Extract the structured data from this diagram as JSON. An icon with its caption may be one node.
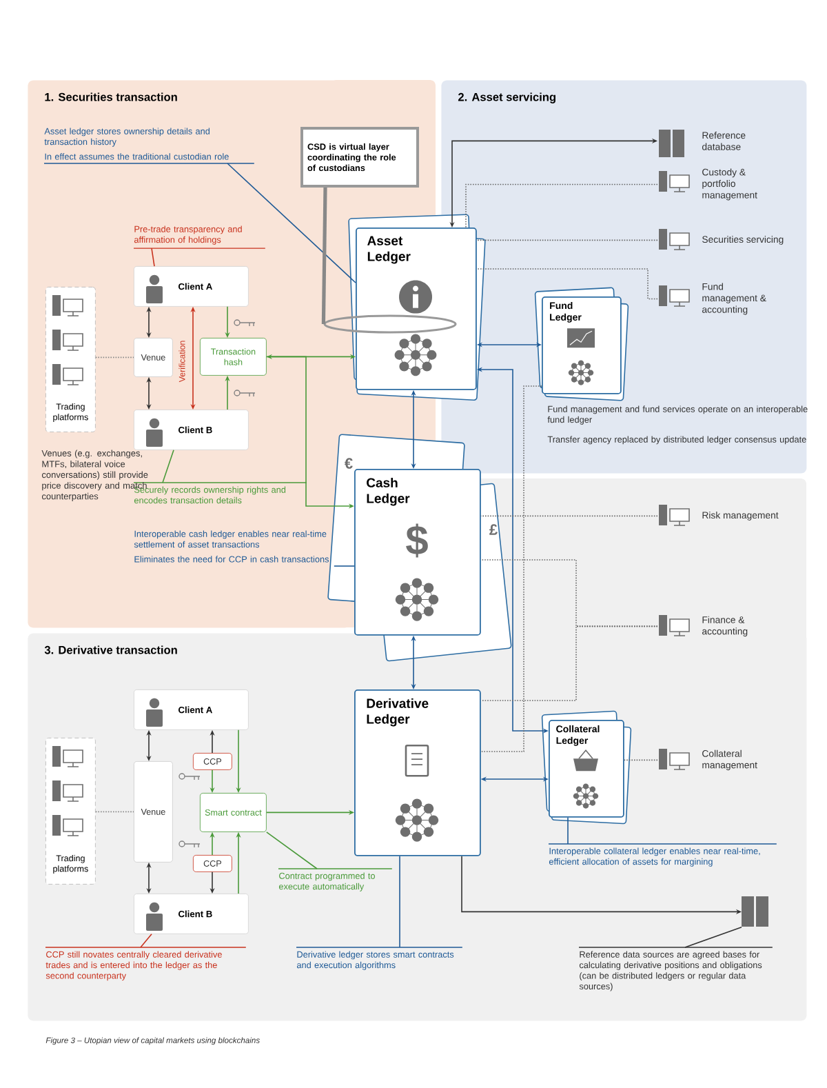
{
  "diagram": {
    "caption": "Figure 3 – Utopian view of capital markets using blockchains",
    "nodes": [
      {
        "text": [
          "1. Securities transaction"
        ]
      },
      {
        "text": [
          "2. Asset servicing"
        ]
      },
      {
        "text": [
          "3. Derivative transaction"
        ]
      },
      {
        "text": [
          "Asset ledger stores ownership details and transaction history",
          "In effect assumes the traditional custodian role"
        ],
        "in": 0
      },
      {
        "text": [
          "CSD is virtual layer coordinating the role of custodians"
        ]
      },
      {
        "text": [
          "Pre-trade transparency  and affirmation of holdings"
        ],
        "in": 0
      },
      {
        "text": [
          "Client A"
        ],
        "in": 0
      },
      {
        "text": [
          "Venue"
        ],
        "in": 0
      },
      {
        "text": [
          "Transaction hash"
        ],
        "in": 0
      },
      {
        "text": [
          "Client B"
        ],
        "in": 0
      },
      {
        "text": [
          "Trading platforms"
        ],
        "in": 0
      },
      {
        "text": [
          "Securely records ownership rights and encodes transaction details"
        ],
        "in": 0
      },
      {
        "text": [
          "Interoperable cash ledger enables near real-time settlement of asset transactions",
          "Eliminates the need for CCP in cash transactions"
        ],
        "in": 0
      },
      {
        "text": [
          "Asset Ledger"
        ]
      },
      {
        "text": [],
        "shape": "ellipse"
      },
      {
        "text": [
          "Fund Ledger"
        ],
        "in": 1,
        "beside": [
          "Fund management and fund services operate on an interoperable fund ledger",
          "Transfer agency replaced by distributed ledger consensus update"
        ]
      },
      {
        "text": [
          "Reference database"
        ],
        "in": 1
      },
      {
        "text": [
          "Custody & portfolio management"
        ],
        "in": 1
      },
      {
        "text": [
          "Securities servicing"
        ],
        "in": 1
      },
      {
        "text": [
          "Fund management & accounting"
        ],
        "in": 1
      },
      {
        "text": [
          "Cash Ledger"
        ]
      },
      {
        "text": [
          "Risk management"
        ]
      },
      {
        "text": [
          "Finance & accounting"
        ]
      },
      {
        "text": [
          "Client A"
        ],
        "in": 2
      },
      {
        "text": [
          "CCP"
        ],
        "in": 2
      },
      {
        "text": [
          "Venue"
        ],
        "in": 2
      },
      {
        "text": [
          "Smart contract"
        ],
        "in": 2
      },
      {
        "text": [
          "CCP"
        ],
        "in": 2
      },
      {
        "text": [
          "Client B"
        ],
        "in": 2
      },
      {
        "text": [
          "Trading platforms"
        ],
        "in": 2
      },
      {
        "text": [
          "Derivative Ledger"
        ],
        "in": 2
      },
      {
        "text": [
          "Collateral Ledger"
        ],
        "in": 2
      },
      {
        "text": [
          "Collateral management"
        ],
        "in": 2
      },
      {
        "text": [],
        "shape": "server",
        "in": 2
      },
      {
        "text": [
          "Contract programmed to execute automatically"
        ],
        "in": 2
      },
      {
        "text": [
          "CCP still novates centrally cleared derivative trades and is entered into the ledger as the second counterparty"
        ],
        "in": 2
      },
      {
        "text": [
          "Derivative ledger stores smart contracts and execution algorithms"
        ],
        "in": 2
      },
      {
        "text": [
          "Interoperable collateral ledger enables near real-time, efficient allocation of assets for margining"
        ],
        "in": 2
      },
      {
        "text": [
          "Reference data sources are agreed bases for calculating derivative positions and obligations (can be distributed ledgers or regular data sources)"
        ],
        "in": 2
      }
    ],
    "edges": [
      {
        "from": 6,
        "to": 7,
        "arrow": "both",
        "color": "#333333"
      },
      {
        "from": 7,
        "to": 9,
        "arrow": "both",
        "color": "#333333"
      },
      {
        "from": 6,
        "to": 8,
        "arrow": "to",
        "color": "#4a9a3a"
      },
      {
        "from": 9,
        "to": 8,
        "arrow": "to",
        "color": "#4a9a3a"
      },
      {
        "from": 6,
        "to": 9,
        "arrow": "both",
        "label": "Verification",
        "color": "#c8321e"
      },
      {
        "from": 8,
        "to": 13,
        "arrow": "both",
        "color": "#4a9a3a"
      },
      {
        "from": 8,
        "to": 20,
        "arrow": "to",
        "color": "#4a9a3a"
      },
      {
        "from": 10,
        "to": 7,
        "arrow": "none",
        "style": "dashed",
        "color": "#888888"
      },
      {
        "from": 13,
        "to": 20,
        "arrow": "both",
        "color": "#1f5a96"
      },
      {
        "from": 20,
        "to": 30,
        "arrow": "both",
        "color": "#1f5a96"
      },
      {
        "from": 13,
        "to": 15,
        "arrow": "both",
        "color": "#1f5a96"
      },
      {
        "from": 13,
        "to": 31,
        "arrow": "both",
        "color": "#1f5a96"
      },
      {
        "from": 30,
        "to": 31,
        "arrow": "both",
        "color": "#1f5a96"
      },
      {
        "from": 13,
        "to": 16,
        "arrow": "both",
        "color": "#333333"
      },
      {
        "from": 30,
        "to": 33,
        "arrow": "to",
        "color": "#333333"
      },
      {
        "from": 17,
        "to": 13,
        "arrow": "none",
        "style": "dashed",
        "color": "#666666"
      },
      {
        "from": 18,
        "to": 13,
        "arrow": "none",
        "style": "dashed",
        "color": "#666666"
      },
      {
        "from": 19,
        "to": 13,
        "arrow": "none",
        "style": "dashed",
        "color": "#666666"
      },
      {
        "from": 21,
        "to": 20,
        "arrow": "none",
        "style": "dashed",
        "color": "#666666"
      },
      {
        "from": 22,
        "to": 20,
        "arrow": "none",
        "style": "dashed",
        "color": "#666666"
      },
      {
        "from": 22,
        "to": 30,
        "arrow": "none",
        "style": "dashed",
        "color": "#666666"
      },
      {
        "from": 15,
        "to": 30,
        "arrow": "none",
        "style": "dashed",
        "color": "#666666"
      },
      {
        "from": 32,
        "to": 31,
        "arrow": "none",
        "style": "dashed",
        "color": "#666666"
      },
      {
        "from": 29,
        "to": 25,
        "arrow": "none",
        "style": "dashed",
        "color": "#888888"
      },
      {
        "from": 23,
        "to": 25,
        "arrow": "both",
        "color": "#333333"
      },
      {
        "from": 25,
        "to": 28,
        "arrow": "both",
        "color": "#333333"
      },
      {
        "from": 24,
        "to": 23,
        "arrow": "to",
        "color": "#333333"
      },
      {
        "from": 24,
        "to": 26,
        "arrow": "to",
        "color": "#4a9a3a"
      },
      {
        "from": 23,
        "to": 26,
        "arrow": "to",
        "color": "#4a9a3a"
      },
      {
        "from": 27,
        "to": 28,
        "arrow": "to",
        "color": "#333333"
      },
      {
        "from": 27,
        "to": 26,
        "arrow": "to",
        "color": "#4a9a3a"
      },
      {
        "from": 28,
        "to": 26,
        "arrow": "to",
        "color": "#4a9a3a"
      },
      {
        "from": 26,
        "to": 30,
        "arrow": "to",
        "color": "#4a9a3a"
      },
      {
        "from": 3,
        "to": 13,
        "arrow": "none",
        "color": "#1f5a96"
      },
      {
        "from": 4,
        "to": 14,
        "arrow": "none",
        "style": "thick",
        "color": "#888888"
      },
      {
        "from": 5,
        "to": 6,
        "arrow": "none",
        "color": "#c8321e"
      },
      {
        "from": 11,
        "to": 9,
        "arrow": "none",
        "color": "#4a9a3a"
      },
      {
        "from": 12,
        "to": 20,
        "arrow": "none",
        "color": "#1f5a96"
      },
      {
        "from": 34,
        "to": 26,
        "arrow": "none",
        "color": "#4a9a3a"
      },
      {
        "from": 35,
        "to": 28,
        "arrow": "none",
        "color": "#c8321e"
      },
      {
        "from": 36,
        "to": 30,
        "arrow": "none",
        "color": "#1f5a96"
      },
      {
        "from": 37,
        "to": 31,
        "arrow": "none",
        "color": "#1f5a96"
      },
      {
        "from": 38,
        "to": 33,
        "arrow": "none",
        "color": "#333333"
      }
    ],
    "labels": [
      "Venues (e.g. exchanges, MTFs, bilateral voice conversations) still provide price discovery and match counterparties",
      "€",
      "$",
      "£"
    ]
  }
}
